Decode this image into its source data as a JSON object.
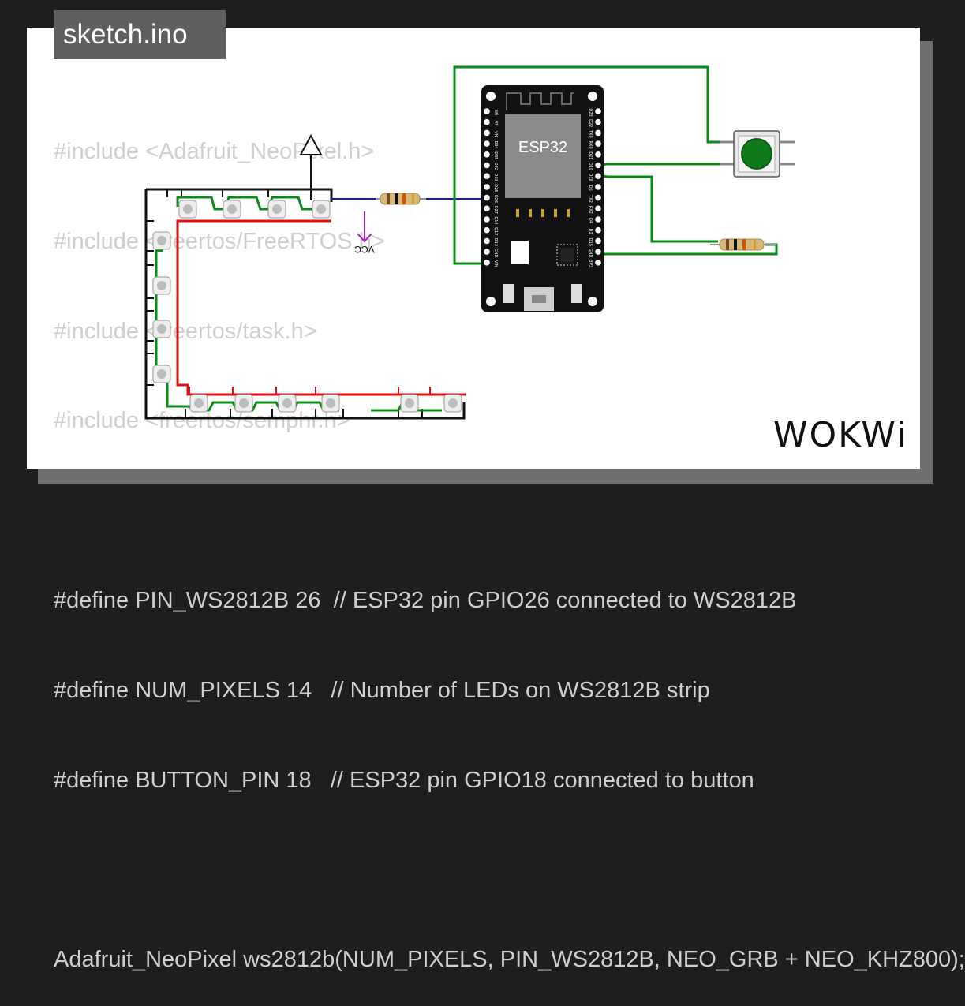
{
  "filename": "sketch.ino",
  "code_lines": [
    "#include <Adafruit_NeoPixel.h>",
    "#include <freertos/FreeRTOS.h>",
    "#include <freertos/task.h>",
    "#include <freertos/semphr.h>",
    "",
    "#define PIN_WS2812B 26  // ESP32 pin GPIO26 connected to WS2812B",
    "#define NUM_PIXELS 14   // Number of LEDs on WS2812B strip",
    "#define BUTTON_PIN 18   // ESP32 pin GPIO18 connected to button",
    "",
    "Adafruit_NeoPixel ws2812b(NUM_PIXELS, PIN_WS2812B, NEO_GRB + NEO_KHZ800);"
  ],
  "board": {
    "label": "ESP32",
    "left_pins": [
      "EN",
      "VP",
      "VN",
      "D34",
      "D35",
      "D32",
      "D33",
      "D25",
      "D26",
      "D27",
      "D14",
      "D12",
      "D13",
      "GND",
      "VIN"
    ],
    "right_pins": [
      "D23",
      "D22",
      "TX0",
      "RX0",
      "D21",
      "D19",
      "D18",
      "D5",
      "TX2",
      "RX2",
      "D4",
      "D2",
      "D15",
      "GND",
      "3V3"
    ]
  },
  "vcc_label": "VCC",
  "logo_text": "WOKWi",
  "colors": {
    "background": "#1e1e1e",
    "card": "#ffffff",
    "code_text": "#cfcfcf",
    "board": "#111111",
    "wire_green": "#0b8a16",
    "wire_red": "#e01010",
    "wire_blue": "#1818c8",
    "button": "#0e7a1a",
    "vcc": "#9c27b0"
  }
}
